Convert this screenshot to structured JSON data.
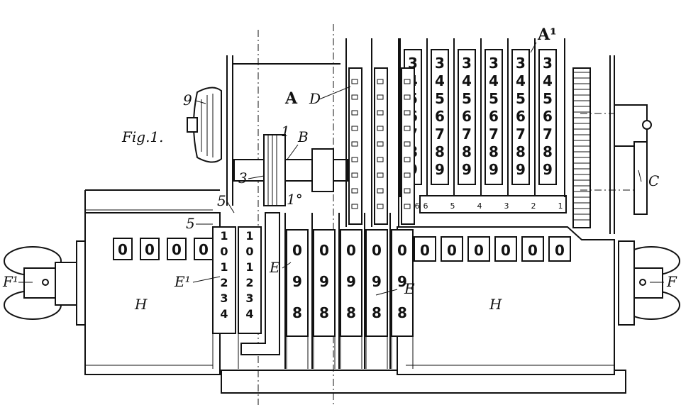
{
  "figure": {
    "fig_label": "Fig.1.",
    "labels": {
      "A": "A",
      "A1": "A¹",
      "B": "B",
      "C": "C",
      "D": "D",
      "E": "E",
      "E_small": "E",
      "E1": "E¹",
      "F": "F",
      "F1": "F¹",
      "H_left": "H",
      "H_right": "H",
      "n1": "1",
      "n1o": "1°",
      "n3": "3",
      "n5a": "5",
      "n5b": "5",
      "n9": "9"
    },
    "top_wheel_rows": [
      "3",
      "4",
      "5",
      "6",
      "7",
      "8",
      "9"
    ],
    "top_wheel_column_numbers": [
      "6",
      "5",
      "4",
      "3",
      "2",
      "1"
    ],
    "left_result_digits": [
      "0",
      "0",
      "0",
      "0"
    ],
    "right_result_digits": [
      "0",
      "0",
      "0",
      "0",
      "0",
      "0"
    ],
    "middle_setting_digits": [
      "0",
      "9",
      "8"
    ],
    "small_setting_digits": [
      "1",
      "0",
      "1",
      "2",
      "3",
      "4"
    ]
  }
}
